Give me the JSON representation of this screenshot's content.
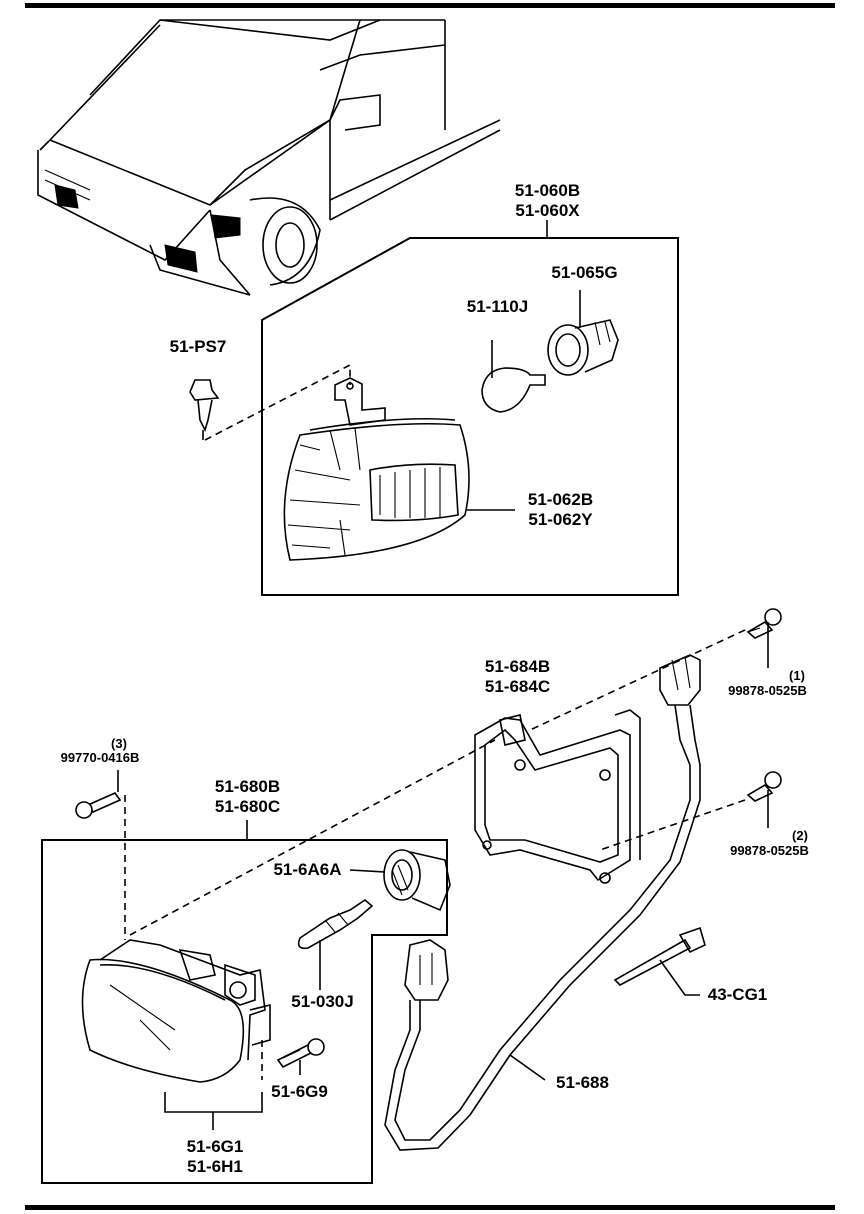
{
  "labels": {
    "corner_lamp_assy": "51-060B\n51-060X",
    "socket_corner": "51-065G",
    "bulb_corner": "51-110J",
    "clip": "51-PS7",
    "lens_corner": "51-062B\n51-062Y",
    "bracket": "51-684B\n51-684C",
    "bolt_1_index": "(1)",
    "bolt_1_part": "99878-0525B",
    "bolt_2_index": "(2)",
    "bolt_2_part": "99878-0525B",
    "screw_3_index": "(3)",
    "screw_3_part": "99770-0416B",
    "fog_lamp_assy": "51-680B\n51-680C",
    "socket_fog": "51-6A6A",
    "bulb_fog": "51-030J",
    "adjust_screw": "51-6G9",
    "fog_lamp_unit": "51-6G1\n51-6H1",
    "tie_band": "43-CG1",
    "harness": "51-688"
  },
  "icons": [
    "car-front-illustration",
    "clip-icon",
    "corner-lamp-icon",
    "bulb-icon",
    "socket-icon",
    "bracket-icon",
    "bolt-icon",
    "screw-icon",
    "fog-lamp-icon",
    "harness-icon",
    "tie-band-icon"
  ]
}
